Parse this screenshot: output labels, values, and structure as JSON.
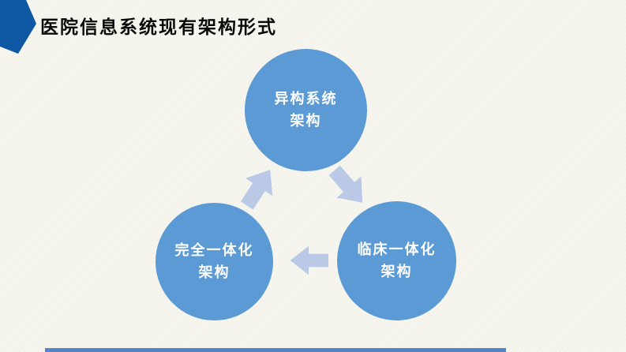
{
  "slide": {
    "title": "医院信息系统现有架构形式",
    "background_color": "#f6f6ef",
    "header_accent_color": "#0e57a3",
    "bottom_bar_color": "#4e86c6"
  },
  "diagram": {
    "type": "cycle",
    "node_color": "#5b9ad4",
    "node_text_color": "#ffffff",
    "arrow_color": "#b9c9e6",
    "nodes": [
      {
        "id": "top",
        "line1": "异构系统",
        "line2": "架构"
      },
      {
        "id": "bottom-left",
        "line1": "完全一体化",
        "line2": "架构"
      },
      {
        "id": "bottom-right",
        "line1": "临床一体化",
        "line2": "架构"
      }
    ],
    "arrows": [
      {
        "icon": "arrow-up-right-icon",
        "direction": "up-right"
      },
      {
        "icon": "arrow-down-right-icon",
        "direction": "down-right"
      },
      {
        "icon": "arrow-left-icon",
        "direction": "left"
      }
    ]
  }
}
